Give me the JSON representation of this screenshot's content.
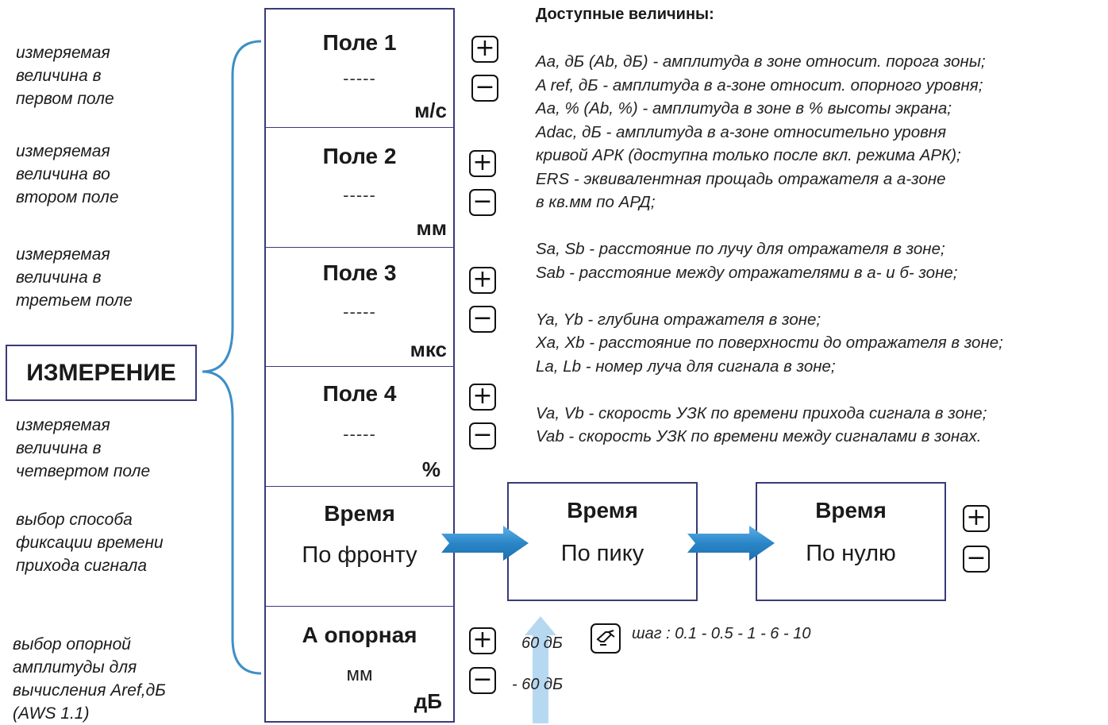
{
  "left_descriptions": [
    "измеряемая\nвеличина в\nпервом поле",
    "измеряемая\nвеличина во\nвтором поле",
    "измеряемая\nвеличина в\nтретьем поле",
    "измеряемая\nвеличина в\nчетвертом поле",
    "выбор способа\nфиксации времени\nприхода сигнала",
    "выбор опорной\nамплитуды для\nвычисления Aref,дБ\n(AWS 1.1)"
  ],
  "menu_title": "ИЗМЕРЕНИЕ",
  "fields": [
    {
      "title": "Поле 1",
      "value": "-----",
      "unit": "м/с"
    },
    {
      "title": "Поле 2",
      "value": "-----",
      "unit": "мм"
    },
    {
      "title": "Поле 3",
      "value": "-----",
      "unit": "мкс"
    },
    {
      "title": "Поле 4",
      "value": "-----",
      "unit": "%"
    }
  ],
  "time": {
    "title": "Время",
    "value": "По фронту"
  },
  "ref_amp": {
    "title": "А опорная",
    "value": "мм",
    "unit": "дБ"
  },
  "time_options": [
    {
      "title": "Время",
      "value": "По пику"
    },
    {
      "title": "Время",
      "value": "По нулю"
    }
  ],
  "buttons": {
    "plus": "+",
    "minus": "−"
  },
  "info": {
    "title": "Доступные величины:",
    "lines": [
      "Aa, дБ (Ab, дБ) - амплитуда в зоне относит. порога зоны;",
      "A ref, дБ - амплитуда в а-зоне относит. опорного уровня;",
      "Aa, %  (Ab, %) - амплитуда в зоне в % высоты экрана;",
      "Adac, дБ - амплитуда в а-зоне относительно уровня",
      "кривой АРК (доступна только после вкл. режима АРК);",
      "ERS - эквивалентная прощадь  отражателя а а-зоне",
      "в кв.мм по АРД;",
      "",
      "Sa, Sb - расстояние по лучу для отражателя  в зоне;",
      "Sab - расстояние между отражателями в а- и б- зоне;",
      "",
      "Ya, Yb - глубина отражателя в зоне;",
      "Xa, Xb - расстояние по поверхности до отражателя в зоне;",
      "La, Lb - номер луча для сигнала в зоне;",
      "",
      "Va, Vb -   скорость УЗК по времени прихода сигнала в зоне;",
      "Vab - скорость УЗК по времени между сигналами в зонах."
    ]
  },
  "ref_range": {
    "max": "60 дБ",
    "min": "- 60 дБ"
  },
  "step": {
    "text": "шаг : 0.1 - 0.5 - 1 - 6 - 10"
  },
  "colors": {
    "brace": "#3d8fc6",
    "arrow": "#2e8fd0",
    "border": "#3a3a7a"
  }
}
